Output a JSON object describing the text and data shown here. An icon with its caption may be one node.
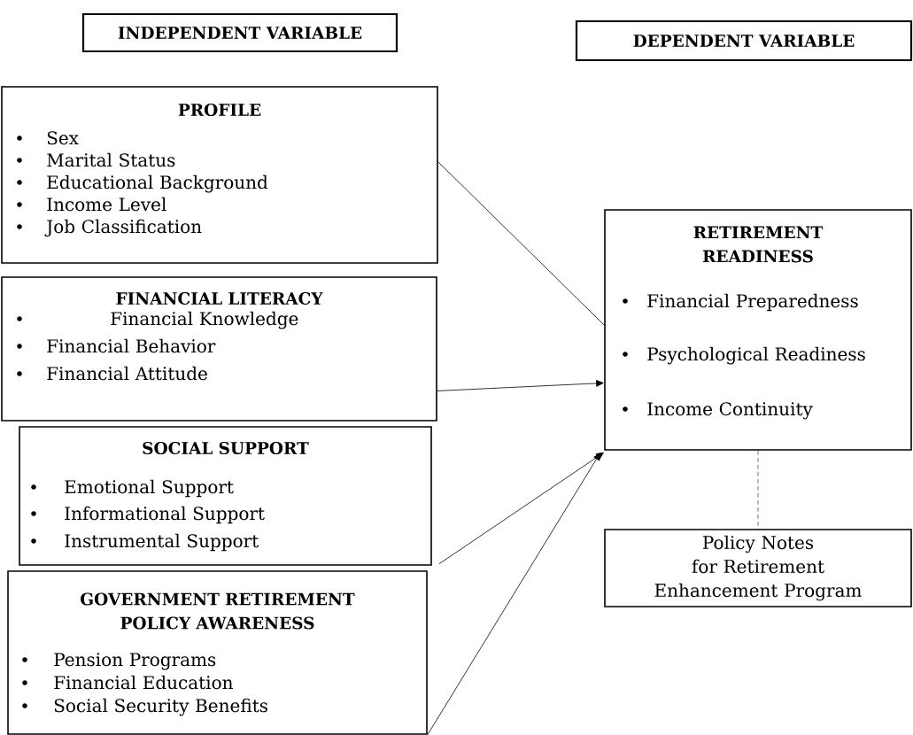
{
  "diagram": {
    "nodes": [
      {
        "text": [
          "INDEPENDENT VARIABLE"
        ]
      },
      {
        "text": [
          "DEPENDENT VARIABLE"
        ]
      },
      {
        "text": [
          "PROFILE",
          "Sex",
          "Marital Status",
          "Educational Background",
          "Income Level",
          "Job Classification"
        ]
      },
      {
        "text": [
          "FINANCIAL LITERACY",
          "Financial Knowledge",
          "Financial Behavior",
          "Financial Attitude"
        ]
      },
      {
        "text": [
          "SOCIAL SUPPORT",
          "Emotional Support",
          "Informational Support",
          "Instrumental Support"
        ]
      },
      {
        "text": [
          "GOVERNMENT RETIREMENT POLICY AWARENESS",
          "Pension Programs",
          "Financial Education",
          "Social Security Benefits"
        ]
      },
      {
        "text": [
          "RETIREMENT READINESS",
          "Financial Preparedness",
          "Psychological Readiness",
          "Income Continuity"
        ]
      },
      {
        "text": [
          "Policy Notes for Retirement Enhancement Program"
        ]
      }
    ],
    "edges": [
      {
        "from": 2,
        "to": 6,
        "arrow": "none"
      },
      {
        "from": 3,
        "to": 6,
        "arrow": "to"
      },
      {
        "from": 4,
        "to": 6,
        "arrow": "to"
      },
      {
        "from": 5,
        "to": 6,
        "arrow": "to"
      },
      {
        "from": 6,
        "to": 7,
        "arrow": "none",
        "style": "dashed"
      }
    ]
  }
}
